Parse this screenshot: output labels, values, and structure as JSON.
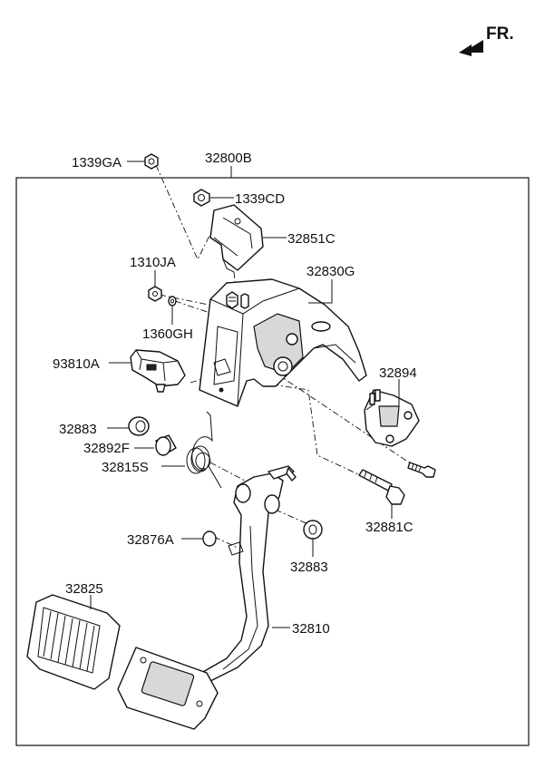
{
  "direction": {
    "label": "FR."
  },
  "assembly": {
    "label": "32800B"
  },
  "parts": {
    "p1339GA": "1339GA",
    "p1339CD": "1339CD",
    "p32851C": "32851C",
    "p1310JA": "1310JA",
    "p32830G": "32830G",
    "p1360GH": "1360GH",
    "p93810A": "93810A",
    "p32894": "32894",
    "p32883a": "32883",
    "p32892F": "32892F",
    "p32815S": "32815S",
    "p32881C": "32881C",
    "p32876A": "32876A",
    "p32883b": "32883",
    "p32825": "32825",
    "p32810": "32810"
  }
}
